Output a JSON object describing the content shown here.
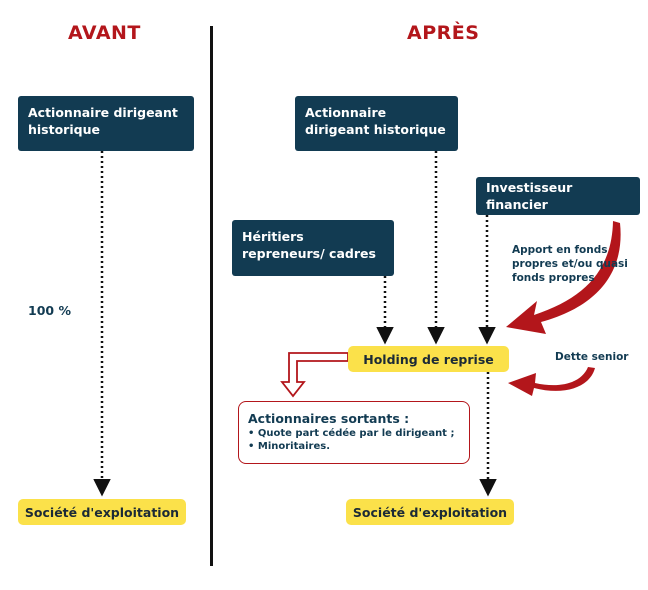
{
  "avant": {
    "heading": "AVANT",
    "actionnaire": "Actionnaire dirigeant historique",
    "percent": "100 %",
    "societe": "Société d'exploitation"
  },
  "apres": {
    "heading": "APRÈS",
    "actionnaire": "Actionnaire dirigeant historique",
    "investisseur": "Investisseur financier",
    "heritiers": "Héritiers repreneurs/ cadres",
    "apport": "Apport en fonds propres et/ou quasi fonds propres",
    "holding": "Holding de reprise",
    "dette": "Dette senior",
    "sortants_title": "Actionnaires sortants :",
    "sortants_items": [
      "• Quote part cédée par le dirigeant ;",
      "• Minoritaires."
    ],
    "societe": "Société d'exploitation"
  },
  "colors": {
    "navy": "#123b52",
    "yellow": "#fbe14a",
    "red": "#b3161b"
  }
}
